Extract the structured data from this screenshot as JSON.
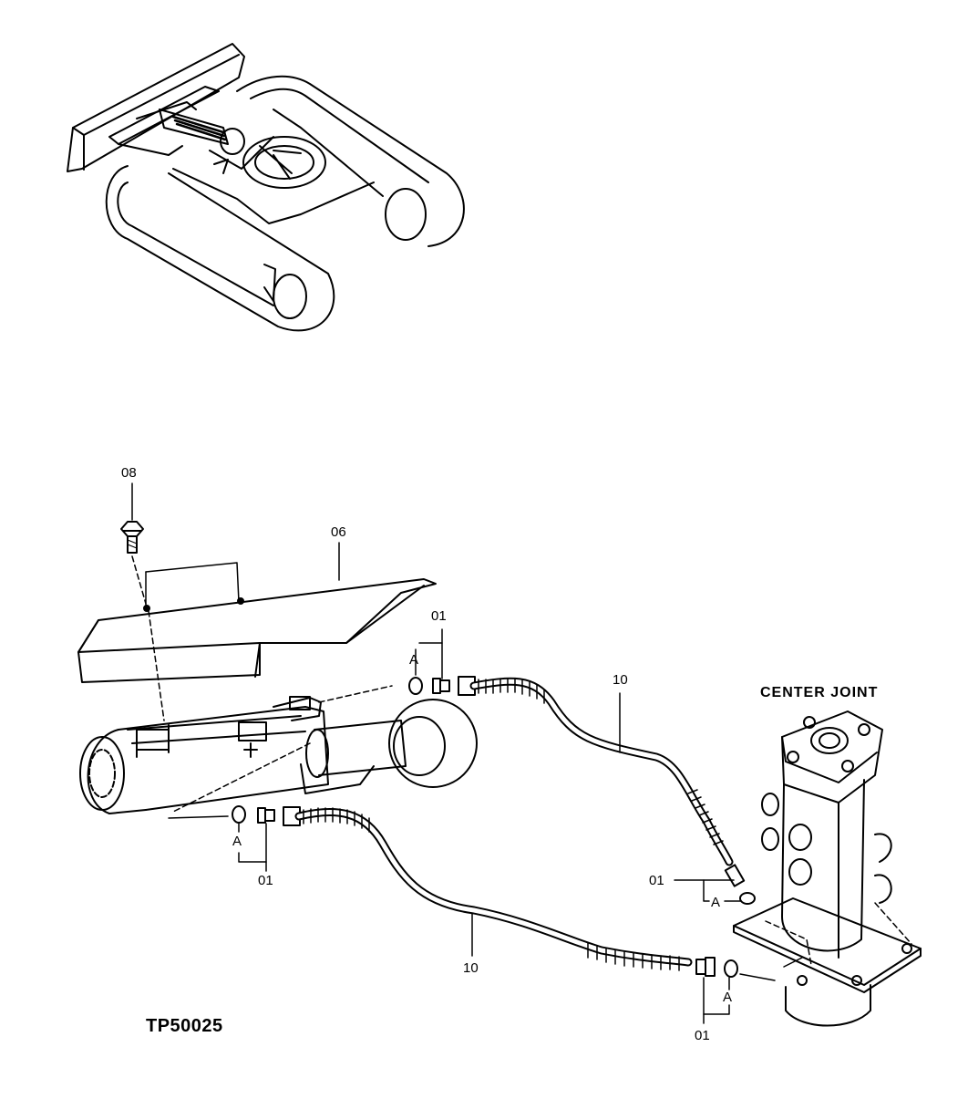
{
  "callouts": {
    "bolt": "08",
    "cover": "06",
    "fitting_top": "01",
    "fitting_left": "01",
    "fitting_right": "01",
    "fitting_bottom": "01",
    "hose_upper": "10",
    "hose_lower": "10",
    "detail_top": "A",
    "detail_left": "A",
    "detail_right": "A",
    "detail_bottom": "A"
  },
  "component_title": "CENTER JOINT",
  "figure_code": "TP50025"
}
